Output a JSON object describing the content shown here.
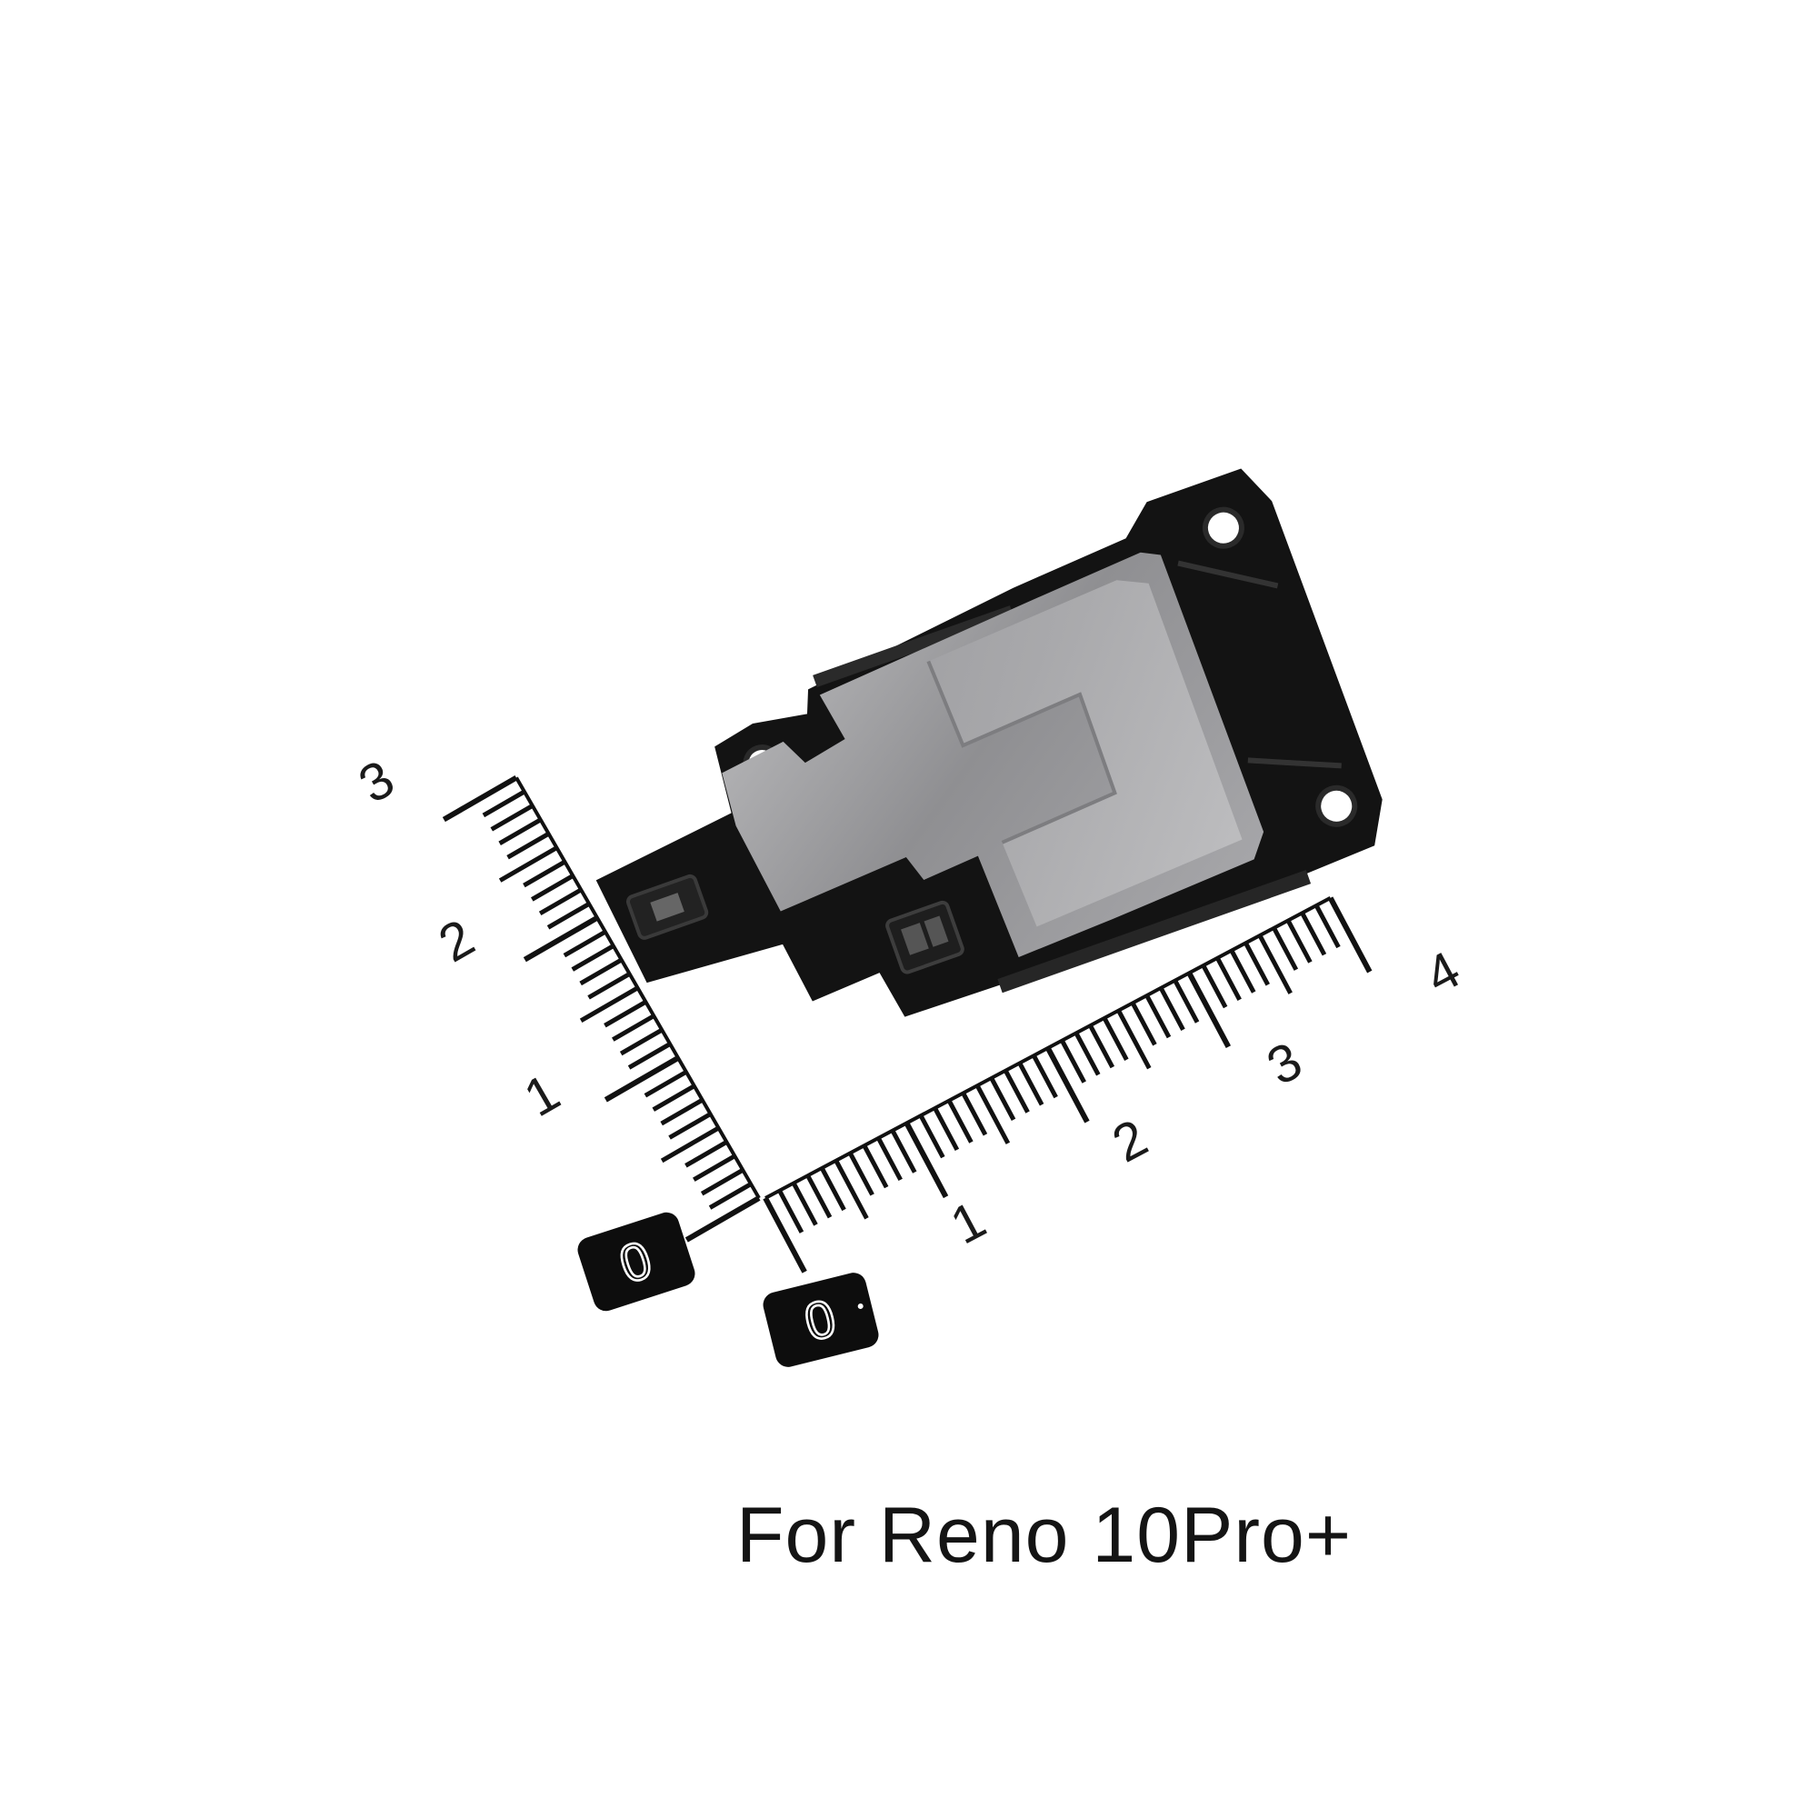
{
  "caption": "For Reno 10Pro+",
  "ruler_vertical": {
    "labels": [
      "3",
      "2",
      "1"
    ],
    "zero_label": "0"
  },
  "ruler_horizontal": {
    "labels": [
      "1",
      "2",
      "3",
      "4"
    ],
    "zero_label": "0"
  },
  "part": {
    "description_icon": "speaker-module-icon",
    "metal_color": "#9a9a9c",
    "frame_color": "#141414"
  }
}
